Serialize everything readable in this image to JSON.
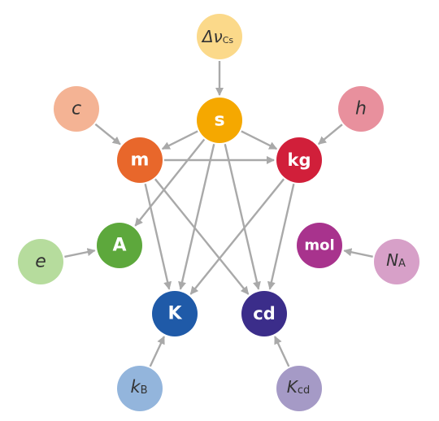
{
  "colors": {
    "arrow": "#a9a9a9",
    "s": "#f5a800",
    "m": "#e8672b",
    "kg": "#d11f3a",
    "A": "#5da83c",
    "K": "#1f5aa8",
    "cd": "#3b2d8a",
    "mol": "#a8338d",
    "dnu": "#fbd98a",
    "c": "#f4b394",
    "h": "#e8909d",
    "e": "#b6dc9d",
    "kB": "#93b5dc",
    "Kcd": "#a59ac6",
    "NA": "#d7a0c8"
  },
  "units": {
    "s": "s",
    "m": "m",
    "kg": "kg",
    "A": "A",
    "K": "K",
    "cd": "cd",
    "mol": "mol"
  },
  "constants": {
    "dnu": {
      "main": "Δν",
      "sub": "Cs"
    },
    "c": {
      "main": "c"
    },
    "h": {
      "main": "h"
    },
    "e": {
      "main": "e"
    },
    "kB": {
      "main": "k",
      "sub": "B"
    },
    "Kcd": {
      "main": "K",
      "sub": "cd"
    },
    "NA": {
      "main": "N",
      "sub": "A"
    }
  },
  "edges": [
    [
      "dnu",
      "s"
    ],
    [
      "c",
      "m"
    ],
    [
      "h",
      "kg"
    ],
    [
      "e",
      "A"
    ],
    [
      "kB",
      "K"
    ],
    [
      "Kcd",
      "cd"
    ],
    [
      "NA",
      "mol"
    ],
    [
      "s",
      "m"
    ],
    [
      "s",
      "kg"
    ],
    [
      "s",
      "A"
    ],
    [
      "s",
      "K"
    ],
    [
      "s",
      "cd"
    ],
    [
      "m",
      "kg"
    ],
    [
      "m",
      "K"
    ],
    [
      "m",
      "cd"
    ],
    [
      "kg",
      "K"
    ],
    [
      "kg",
      "cd"
    ]
  ]
}
